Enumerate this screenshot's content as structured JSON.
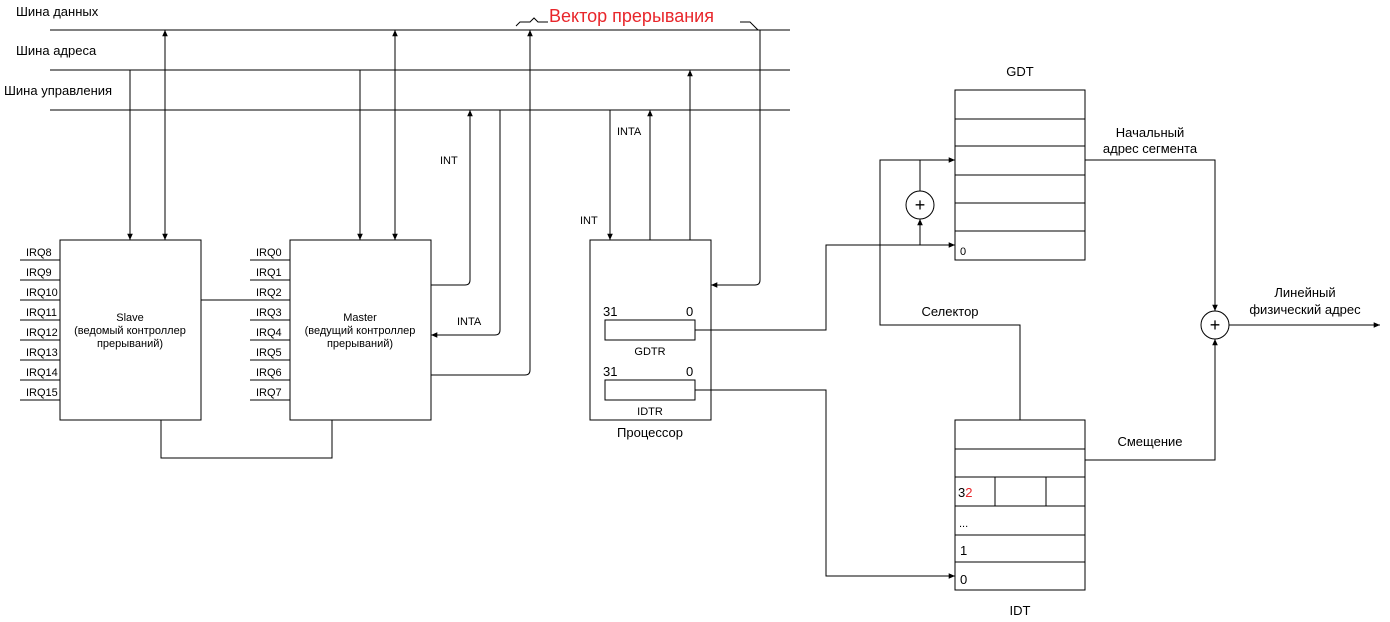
{
  "buses": {
    "data": "Шина данных",
    "address": "Шина адреса",
    "control": "Шина управления",
    "vector": "Вектор прерывания"
  },
  "slave": {
    "title": "Slave",
    "subtitle1": "(ведомый контроллер",
    "subtitle2": "прерываний)",
    "irqs": [
      "IRQ8",
      "IRQ9",
      "IRQ10",
      "IRQ11",
      "IRQ12",
      "IRQ13",
      "IRQ14",
      "IRQ15"
    ]
  },
  "master": {
    "title": "Master",
    "subtitle1": "(ведущий контроллер",
    "subtitle2": "прерываний)",
    "irqs": [
      "IRQ0",
      "IRQ1",
      "IRQ2",
      "IRQ3",
      "IRQ4",
      "IRQ5",
      "IRQ6",
      "IRQ7"
    ]
  },
  "signals": {
    "int_master": "INT",
    "inta_master": "INTA",
    "int_cpu": "INT",
    "inta_cpu": "INTA"
  },
  "cpu": {
    "label": "Процессор",
    "gdtr": {
      "name": "GDTR",
      "hi": "31",
      "lo": "0"
    },
    "idtr": {
      "name": "IDTR",
      "hi": "31",
      "lo": "0"
    }
  },
  "gdt": {
    "title": "GDT",
    "zero": "0",
    "base_label1": "Начальный",
    "base_label2": "адрес сегмента"
  },
  "idt": {
    "title": "IDT",
    "entry_prefix": "3",
    "entry_suffix": "2",
    "dots": "...",
    "one": "1",
    "zero": "0"
  },
  "selector_label": "Селектор",
  "offset_label": "Смещение",
  "linear1": "Линейный",
  "linear2": "физический адрес",
  "plus": "+",
  "colors": {
    "line": "#000000",
    "accent": "#e8262b"
  }
}
